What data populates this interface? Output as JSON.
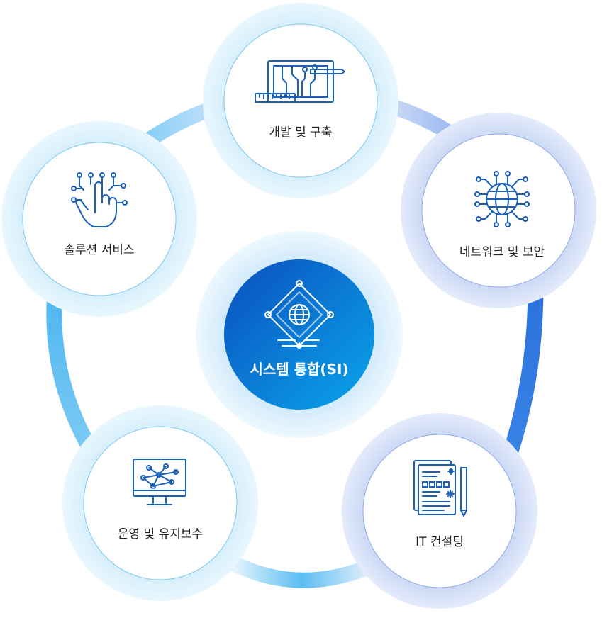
{
  "center": {
    "label": "시스템 통합(SI)",
    "icon": "globe-circuit-icon"
  },
  "nodes": [
    {
      "id": "dev",
      "label": "개발 및 구축",
      "icon": "circuit-board-icon"
    },
    {
      "id": "network",
      "label": "네트워크 및 보안",
      "icon": "network-globe-icon"
    },
    {
      "id": "consult",
      "label": "IT 컨설팅",
      "icon": "document-report-icon"
    },
    {
      "id": "ops",
      "label": "운영 및 유지보수",
      "icon": "monitor-network-icon"
    },
    {
      "id": "solution",
      "label": "솔루션 서비스",
      "icon": "touch-circuit-icon"
    }
  ],
  "colors": {
    "icon_stroke": "#1a5fb8",
    "center_dark": "#0b62c9",
    "center_light": "#0aa0ea",
    "ring_light": "#cfe9fa",
    "ring_blue": "#c9d6f4",
    "link_light": "#bfe6fa",
    "link_blue": "#2f7ee0"
  }
}
